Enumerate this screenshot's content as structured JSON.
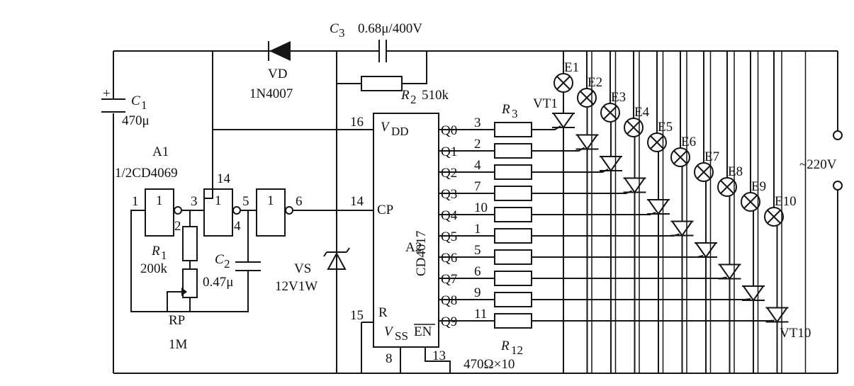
{
  "capacitor_c3": {
    "sym": "C",
    "sub": "3",
    "value": "0.68μ/400V"
  },
  "diode_vd": {
    "name": "VD",
    "part": "1N4007"
  },
  "resistor_r2": {
    "sym": "R",
    "sub": "2",
    "value": "510k"
  },
  "capacitor_c1": {
    "plus": "+",
    "sym": "C",
    "sub": "1",
    "value": "470μ"
  },
  "gate_a1": {
    "name": "A1",
    "part": "1/2CD4069",
    "gate_label": "1"
  },
  "pins": {
    "p1": "1",
    "p2": "2",
    "p3": "3",
    "p4": "4",
    "p5": "5",
    "p6": "6",
    "p14a": "14",
    "p16": "16",
    "p14": "14",
    "p15": "15",
    "p8": "8",
    "p13": "13"
  },
  "resistor_r1": {
    "sym": "R",
    "sub": "1",
    "value": "200k"
  },
  "capacitor_c2": {
    "sym": "C",
    "sub": "2",
    "value": "0.47μ"
  },
  "pot_rp": {
    "name": "RP",
    "value": "1M"
  },
  "zener_vs": {
    "name": "VS",
    "value": "12V1W"
  },
  "ic_a2": {
    "name": "A2",
    "part": "CD4017",
    "vdd": "V",
    "vdd_sub": "DD",
    "cp": "CP",
    "r": "R",
    "vss": "V",
    "vss_sub": "SS",
    "en": "EN",
    "outputs": [
      {
        "q": "Q0",
        "pin": "3"
      },
      {
        "q": "Q1",
        "pin": "2"
      },
      {
        "q": "Q2",
        "pin": "4"
      },
      {
        "q": "Q3",
        "pin": "7"
      },
      {
        "q": "Q4",
        "pin": "10"
      },
      {
        "q": "Q5",
        "pin": "1"
      },
      {
        "q": "Q6",
        "pin": "5"
      },
      {
        "q": "Q7",
        "pin": "6"
      },
      {
        "q": "Q8",
        "pin": "9"
      },
      {
        "q": "Q9",
        "pin": "11"
      }
    ]
  },
  "resistors_r3_r12": {
    "first_sym": "R",
    "first_sub": "3",
    "last_sym": "R",
    "last_sub": "12",
    "value": "470Ω×10"
  },
  "triacs": {
    "first": "VT1",
    "last": "VT10"
  },
  "lamps": [
    "E1",
    "E2",
    "E3",
    "E4",
    "E5",
    "E6",
    "E7",
    "E8",
    "E9",
    "E10"
  ],
  "mains": {
    "label": "~220V"
  }
}
